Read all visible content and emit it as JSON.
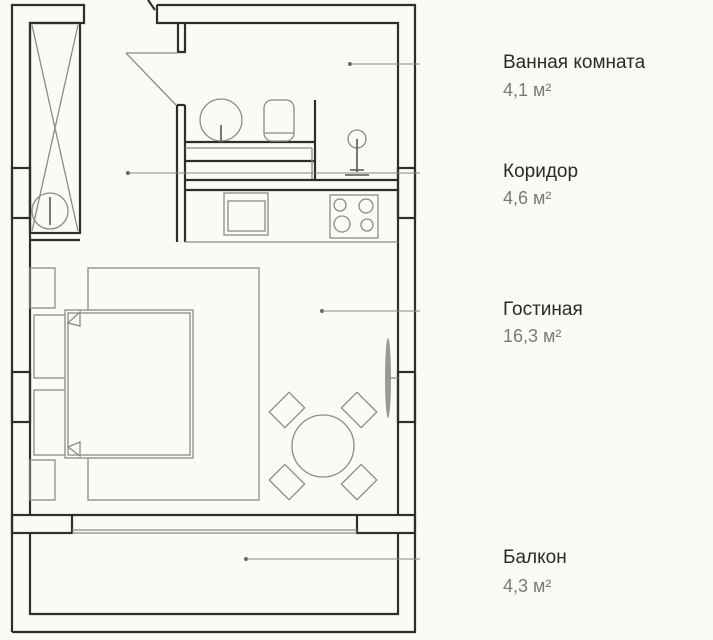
{
  "rooms": [
    {
      "name": "Ванная комната",
      "area": "4,1 м²"
    },
    {
      "name": "Коридор",
      "area": "4,6 м²"
    },
    {
      "name": "Гостиная",
      "area": "16,3 м²"
    },
    {
      "name": "Балкон",
      "area": "4,3 м²"
    }
  ],
  "colors": {
    "background": "#fbfaf5",
    "wall": "#2e2e2e",
    "label": "#2a2a2a",
    "area": "#7a7a7a"
  }
}
